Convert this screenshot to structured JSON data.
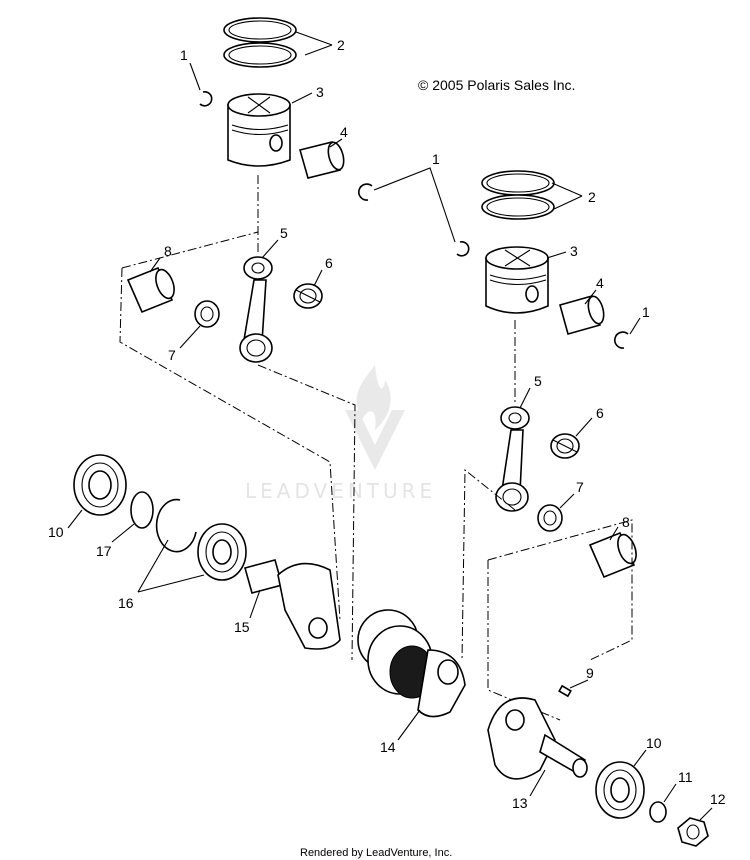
{
  "copyright": "© 2005 Polaris Sales Inc.",
  "watermark": "LEADVENTURE",
  "footer": "Rendered by LeadVenture, Inc.",
  "callouts": {
    "c1a": "1",
    "c1b": "1",
    "c1c": "1",
    "c2a": "2",
    "c2b": "2",
    "c3a": "3",
    "c3b": "3",
    "c4a": "4",
    "c4b": "4",
    "c5a": "5",
    "c5b": "5",
    "c6a": "6",
    "c6b": "6",
    "c7a": "7",
    "c7b": "7",
    "c8a": "8",
    "c8b": "8",
    "c9": "9",
    "c10a": "10",
    "c10b": "10",
    "c11": "11",
    "c12": "12",
    "c13": "13",
    "c14": "14",
    "c15": "15",
    "c16": "16",
    "c17": "17"
  },
  "icons": {
    "watermark_logo": "leadventure-flame-logo"
  }
}
